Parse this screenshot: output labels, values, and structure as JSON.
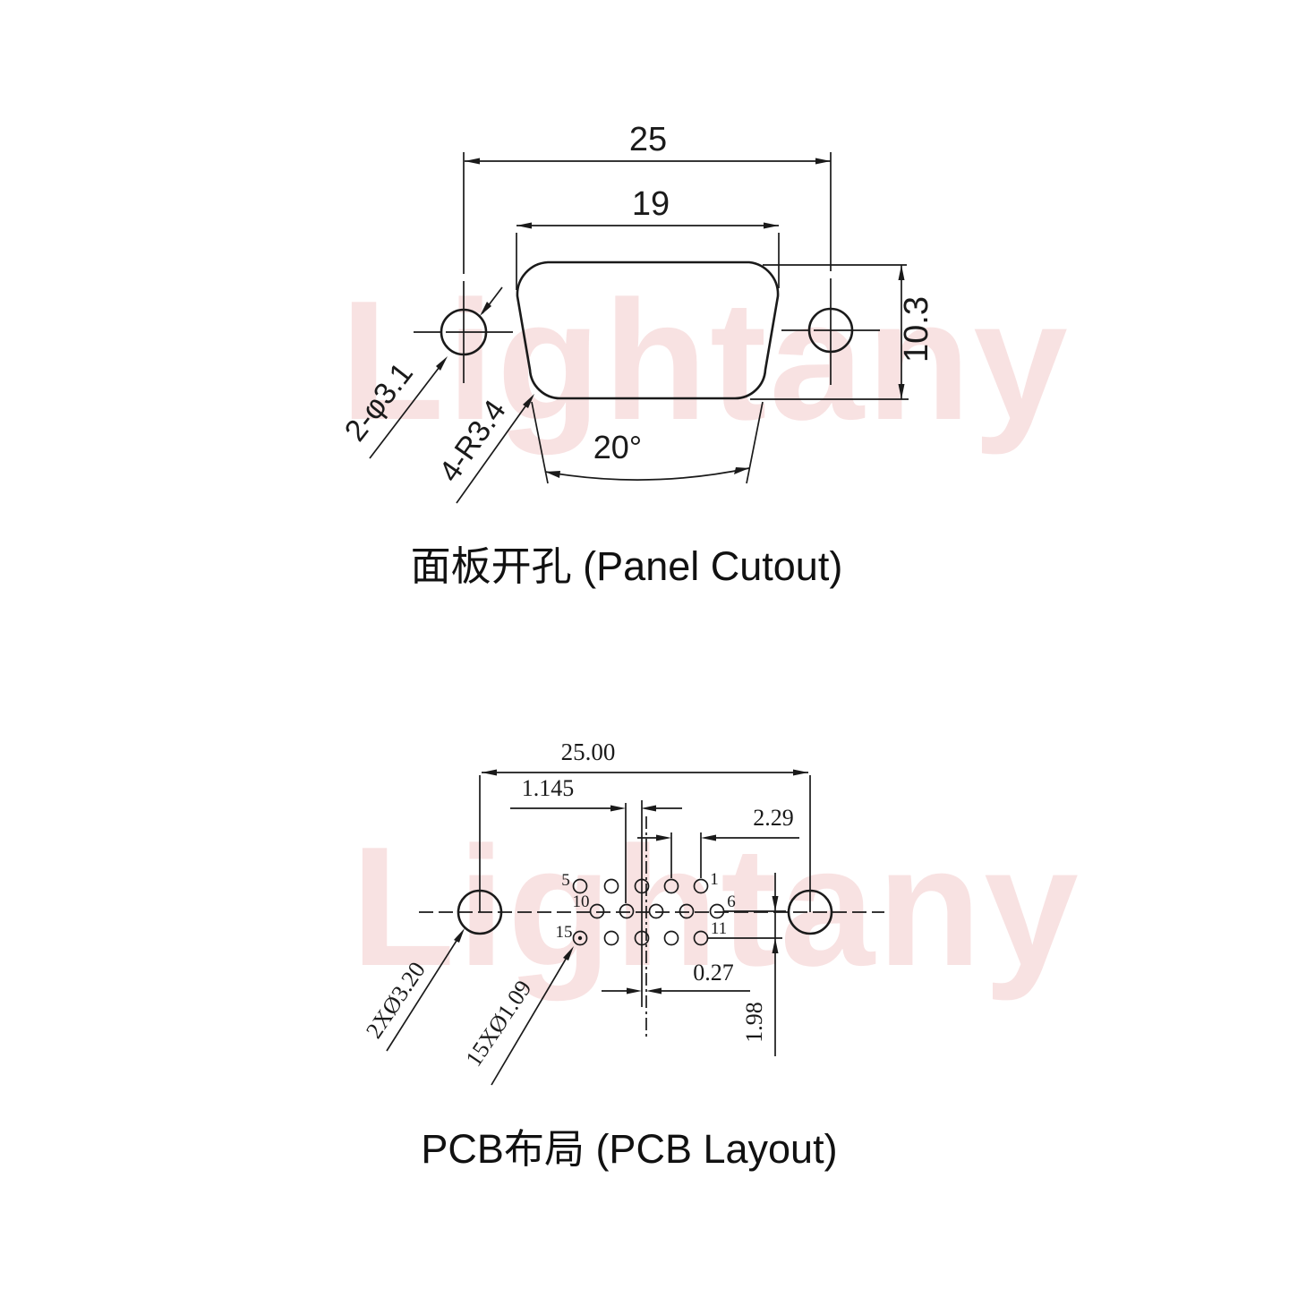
{
  "watermark": {
    "text": "Lightany",
    "color": "#f2c6c6"
  },
  "panel_cutout": {
    "title": "面板开孔 (Panel Cutout)",
    "dims": {
      "outer_width": "25",
      "inner_width": "19",
      "height": "10.3",
      "angle": "20°",
      "mount_holes": "2-φ3.1",
      "corner_radius": "4-R3.4"
    }
  },
  "pcb_layout": {
    "title": "PCB布局 (PCB Layout)",
    "dims": {
      "hole_span": "25.00",
      "row_offset": "1.145",
      "pin_pitch": "2.29",
      "center_offset": "0.27",
      "row_spacing": "1.98",
      "mount_holes": "2XØ3.20",
      "pin_holes": "15XØ1.09"
    },
    "pins": {
      "p1": "1",
      "p5": "5",
      "p6": "6",
      "p10": "10",
      "p11": "11",
      "p15": "15"
    }
  }
}
